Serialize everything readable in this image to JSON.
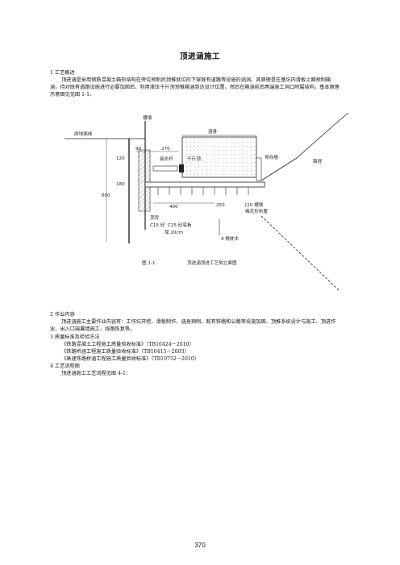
{
  "title": "顶进涵施工",
  "sections": {
    "s1_heading": "1 工艺概述",
    "s1_p1": "顶进涵是采用钢筋混凝土箱形结构在旁位预制后顶推就位的下穿既有道路等设施的涵洞。其原理是在基坑内滑板上面预制箱涵，待对既有道路设施进行必要加固后，利用液压千斤顶顶推箱涵到达设计位置，然后在箱涵前后两端施工洞口附属结构，基本原理示意图见见图 1-1。",
    "s2_heading": "2 作业内容",
    "s2_p1": "顶进涵施工主要作业内容有：工作坑开挖、滑板制作、涵身预制、既有铁路和公路等设施加固、顶推系统设计与施工、顶进作业、出入口端翼墙施工、线路恢复等。",
    "s3_heading": "3 质量标准及检验方法",
    "s3_items": [
      "《铁路混凝土工程施工质量验收标准》（TB10424－2010）",
      "《铁路桥涵工程施工质量验收标准》（TB10415－2003）",
      "《高速铁路桥涵工程施工质量验收标准》（TB10752－2010）"
    ],
    "s4_heading": "4 工艺流程图",
    "s4_p1": "顶进涵施工工艺流程见图 4-1："
  },
  "figure": {
    "caption_no": "图 1-1",
    "caption_text": "顶进涵顶进工艺侧立面图",
    "labels": {
      "channel_steel": "槽钢",
      "original_ground": "原地面线",
      "culvert_body": "涵身",
      "guide_wall": "导向墙",
      "road_embankment": "路堤",
      "extension_rod": "接长杆",
      "jack": "千斤顶",
      "dim_90": "90",
      "dim_270": "270",
      "dim_120": "120",
      "dim_180": "180",
      "dim_600": "600",
      "dim_400": "400",
      "dim_250": "250",
      "back_thrust": "顶背",
      "c15_wall": "C15 砼",
      "c15_slab": "C15 砼底板",
      "thickness": "厚 20cm",
      "i20_channel": "[20 槽钢",
      "plum_layout": "梅花形布置",
      "timber": "4 根枕木"
    }
  },
  "page_number": "370"
}
